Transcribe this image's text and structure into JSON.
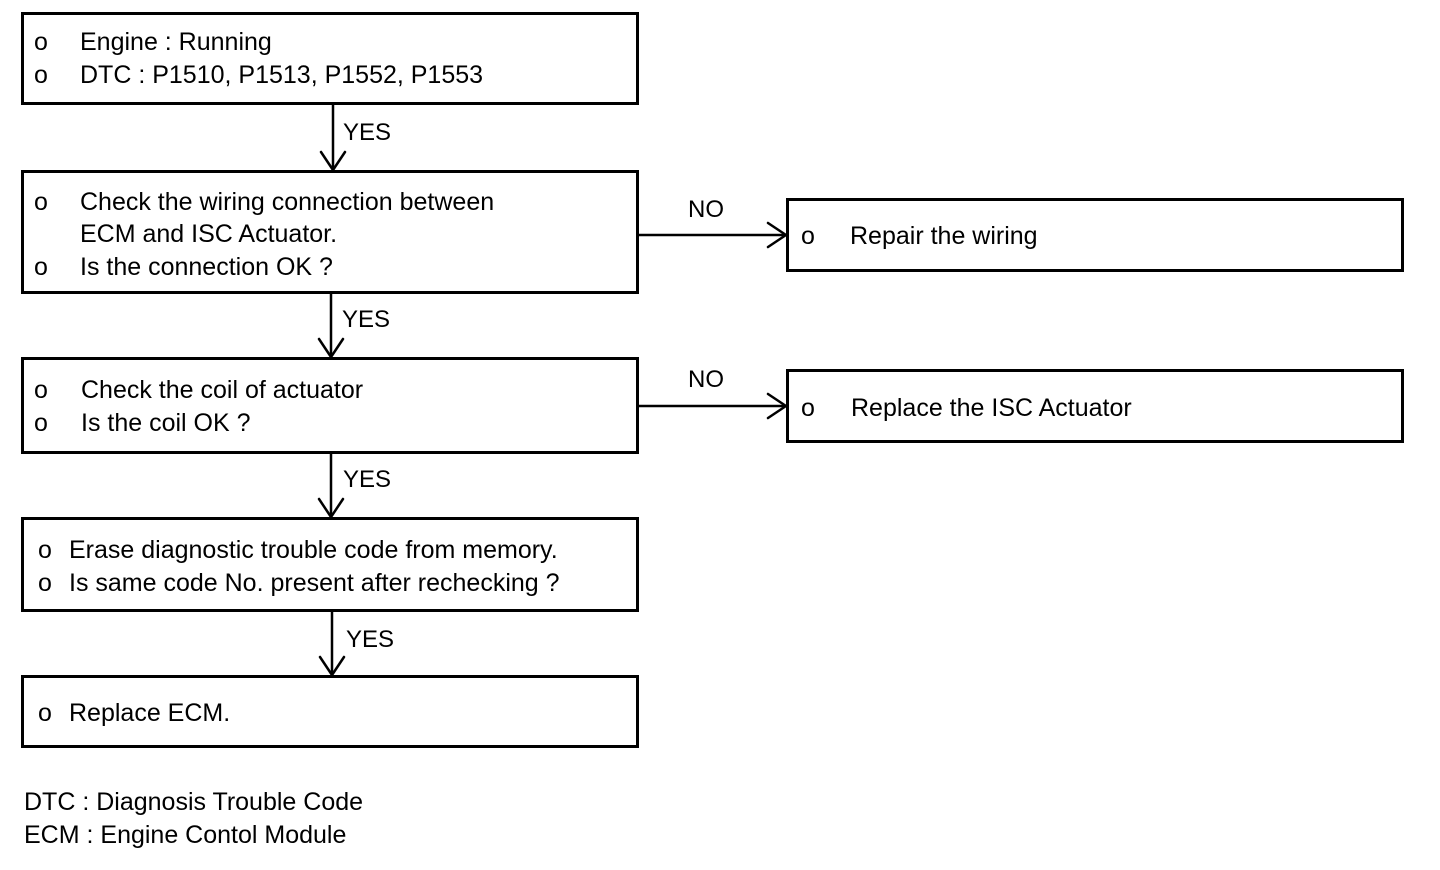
{
  "steps": [
    {
      "id": "step1",
      "items": [
        {
          "bullet": "o",
          "text": "Engine : Running"
        },
        {
          "bullet": "o",
          "text": "DTC : P1510, P1513, P1552, P1553"
        }
      ]
    },
    {
      "id": "step2",
      "items": [
        {
          "bullet": "o",
          "text": "Check the wiring connection between"
        },
        {
          "bullet": "",
          "text": "ECM and ISC Actuator."
        },
        {
          "bullet": "o",
          "text": "Is the connection OK ?"
        }
      ]
    },
    {
      "id": "step3",
      "items": [
        {
          "bullet": "o",
          "text": "Check the coil of actuator"
        },
        {
          "bullet": "o",
          "text": "Is the coil OK ?"
        }
      ]
    },
    {
      "id": "step4",
      "items": [
        {
          "bullet": "o",
          "text": "Erase diagnostic trouble code from memory."
        },
        {
          "bullet": "o",
          "text": "Is same code No. present after rechecking ?"
        }
      ]
    },
    {
      "id": "step5",
      "items": [
        {
          "bullet": "o",
          "text": "Replace ECM."
        }
      ]
    }
  ],
  "actions": [
    {
      "id": "action1",
      "items": [
        {
          "bullet": "o",
          "text": "Repair the wiring"
        }
      ]
    },
    {
      "id": "action2",
      "items": [
        {
          "bullet": "o",
          "text": "Replace the ISC Actuator"
        }
      ]
    }
  ],
  "labels": {
    "yes": "YES",
    "no": "NO"
  },
  "legend": {
    "dtc": "DTC : Diagnosis Trouble Code",
    "ecm": "ECM : Engine Contol Module"
  },
  "colors": {
    "line": "#000000",
    "background": "#ffffff"
  }
}
